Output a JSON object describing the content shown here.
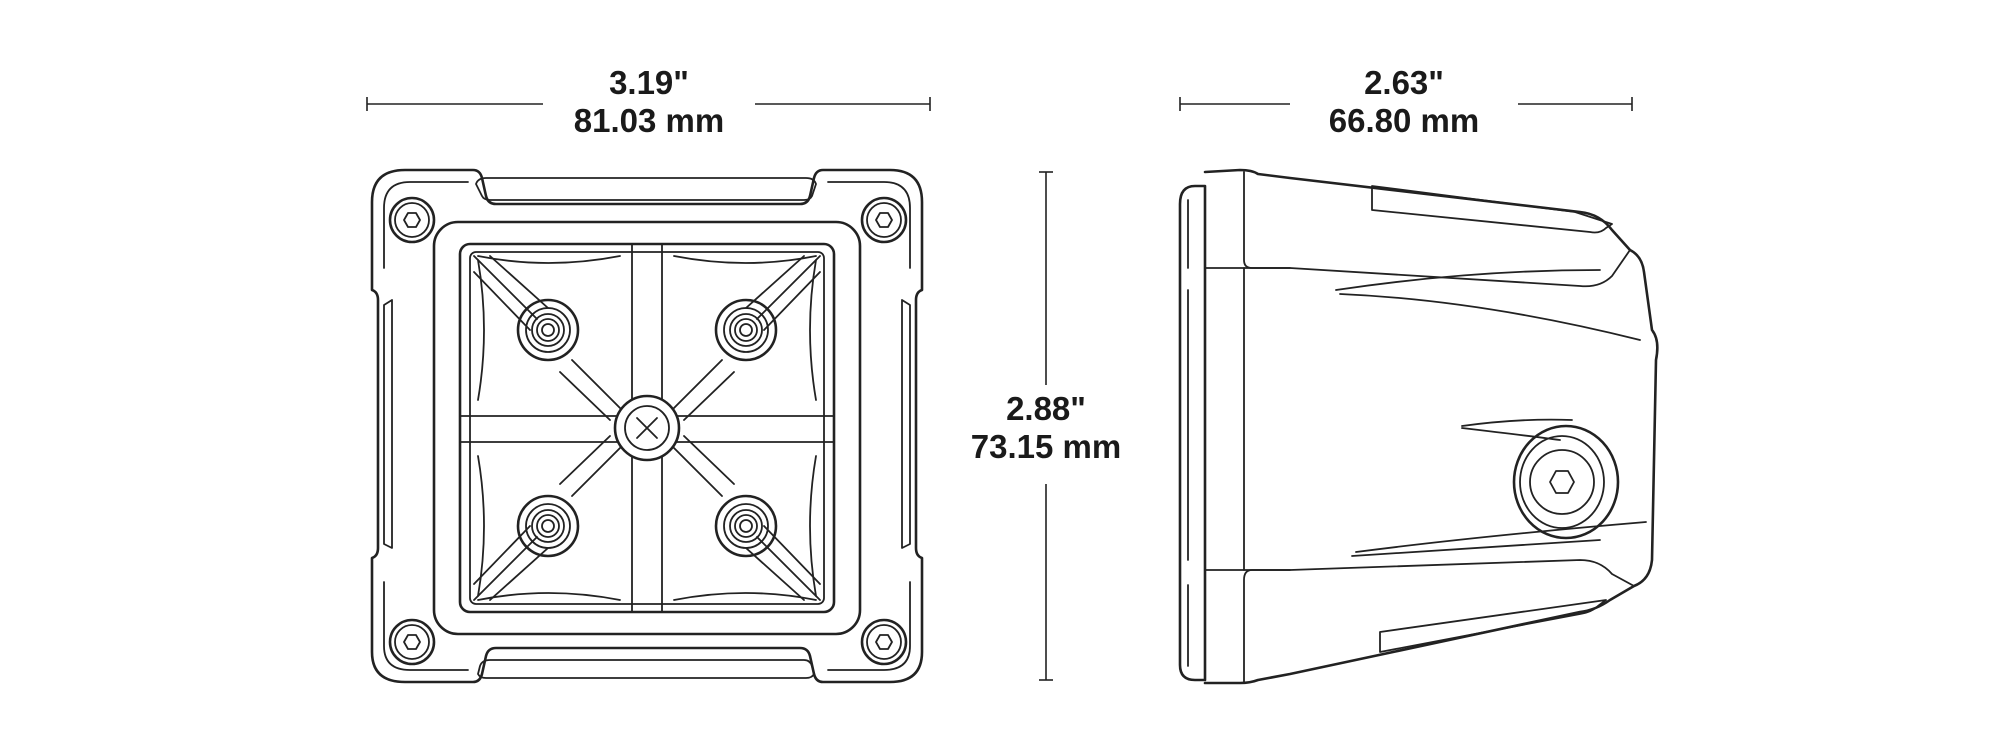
{
  "dimensions": {
    "front_width": {
      "inches": "3.19\"",
      "mm": "81.03 mm"
    },
    "side_depth": {
      "inches": "2.63\"",
      "mm": "66.80 mm"
    },
    "height": {
      "inches": "2.88\"",
      "mm": "73.15 mm"
    }
  },
  "colors": {
    "line": "#222222",
    "text": "#1a1a1a",
    "background": "#ffffff"
  }
}
